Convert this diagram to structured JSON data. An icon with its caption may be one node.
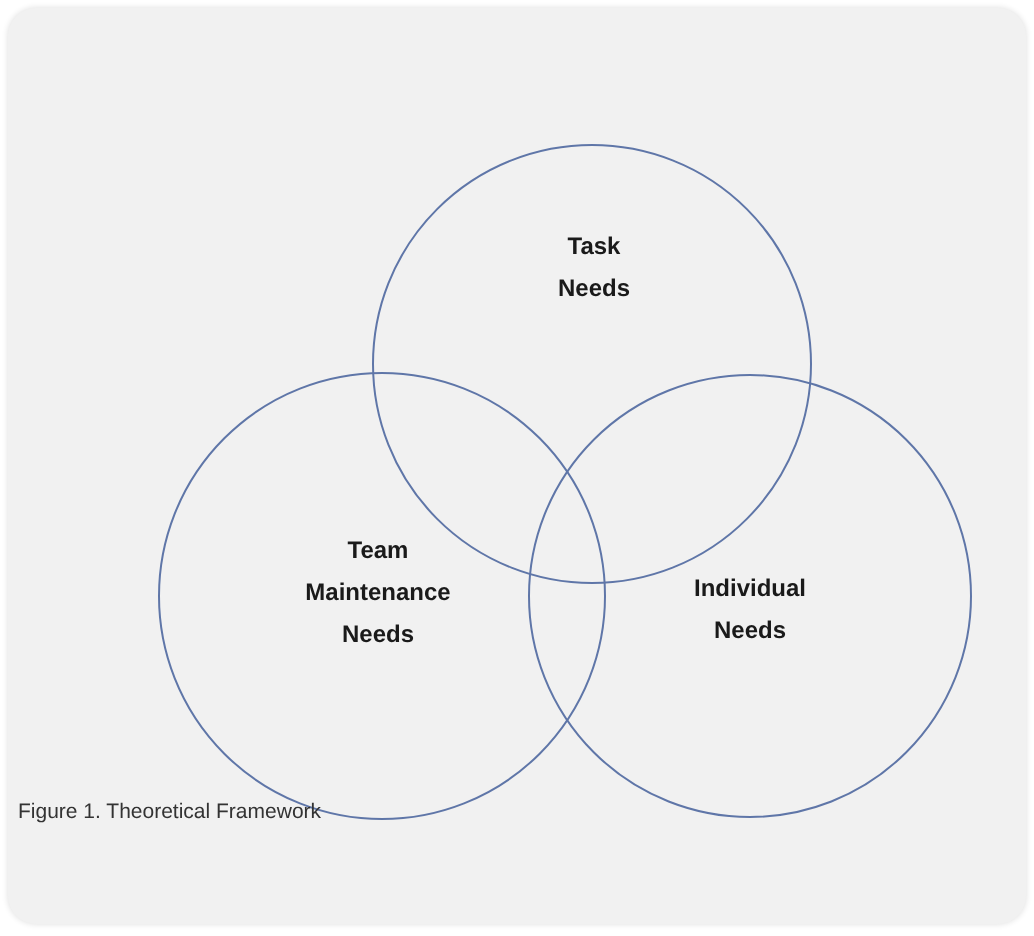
{
  "diagram": {
    "caption": "Figure 1. Theoretical Framework",
    "nodes": [
      {
        "text": [
          "Task Needs"
        ]
      },
      {
        "text": [
          "Team Maintenance Needs"
        ]
      },
      {
        "text": [
          "Individual Needs"
        ]
      }
    ]
  }
}
